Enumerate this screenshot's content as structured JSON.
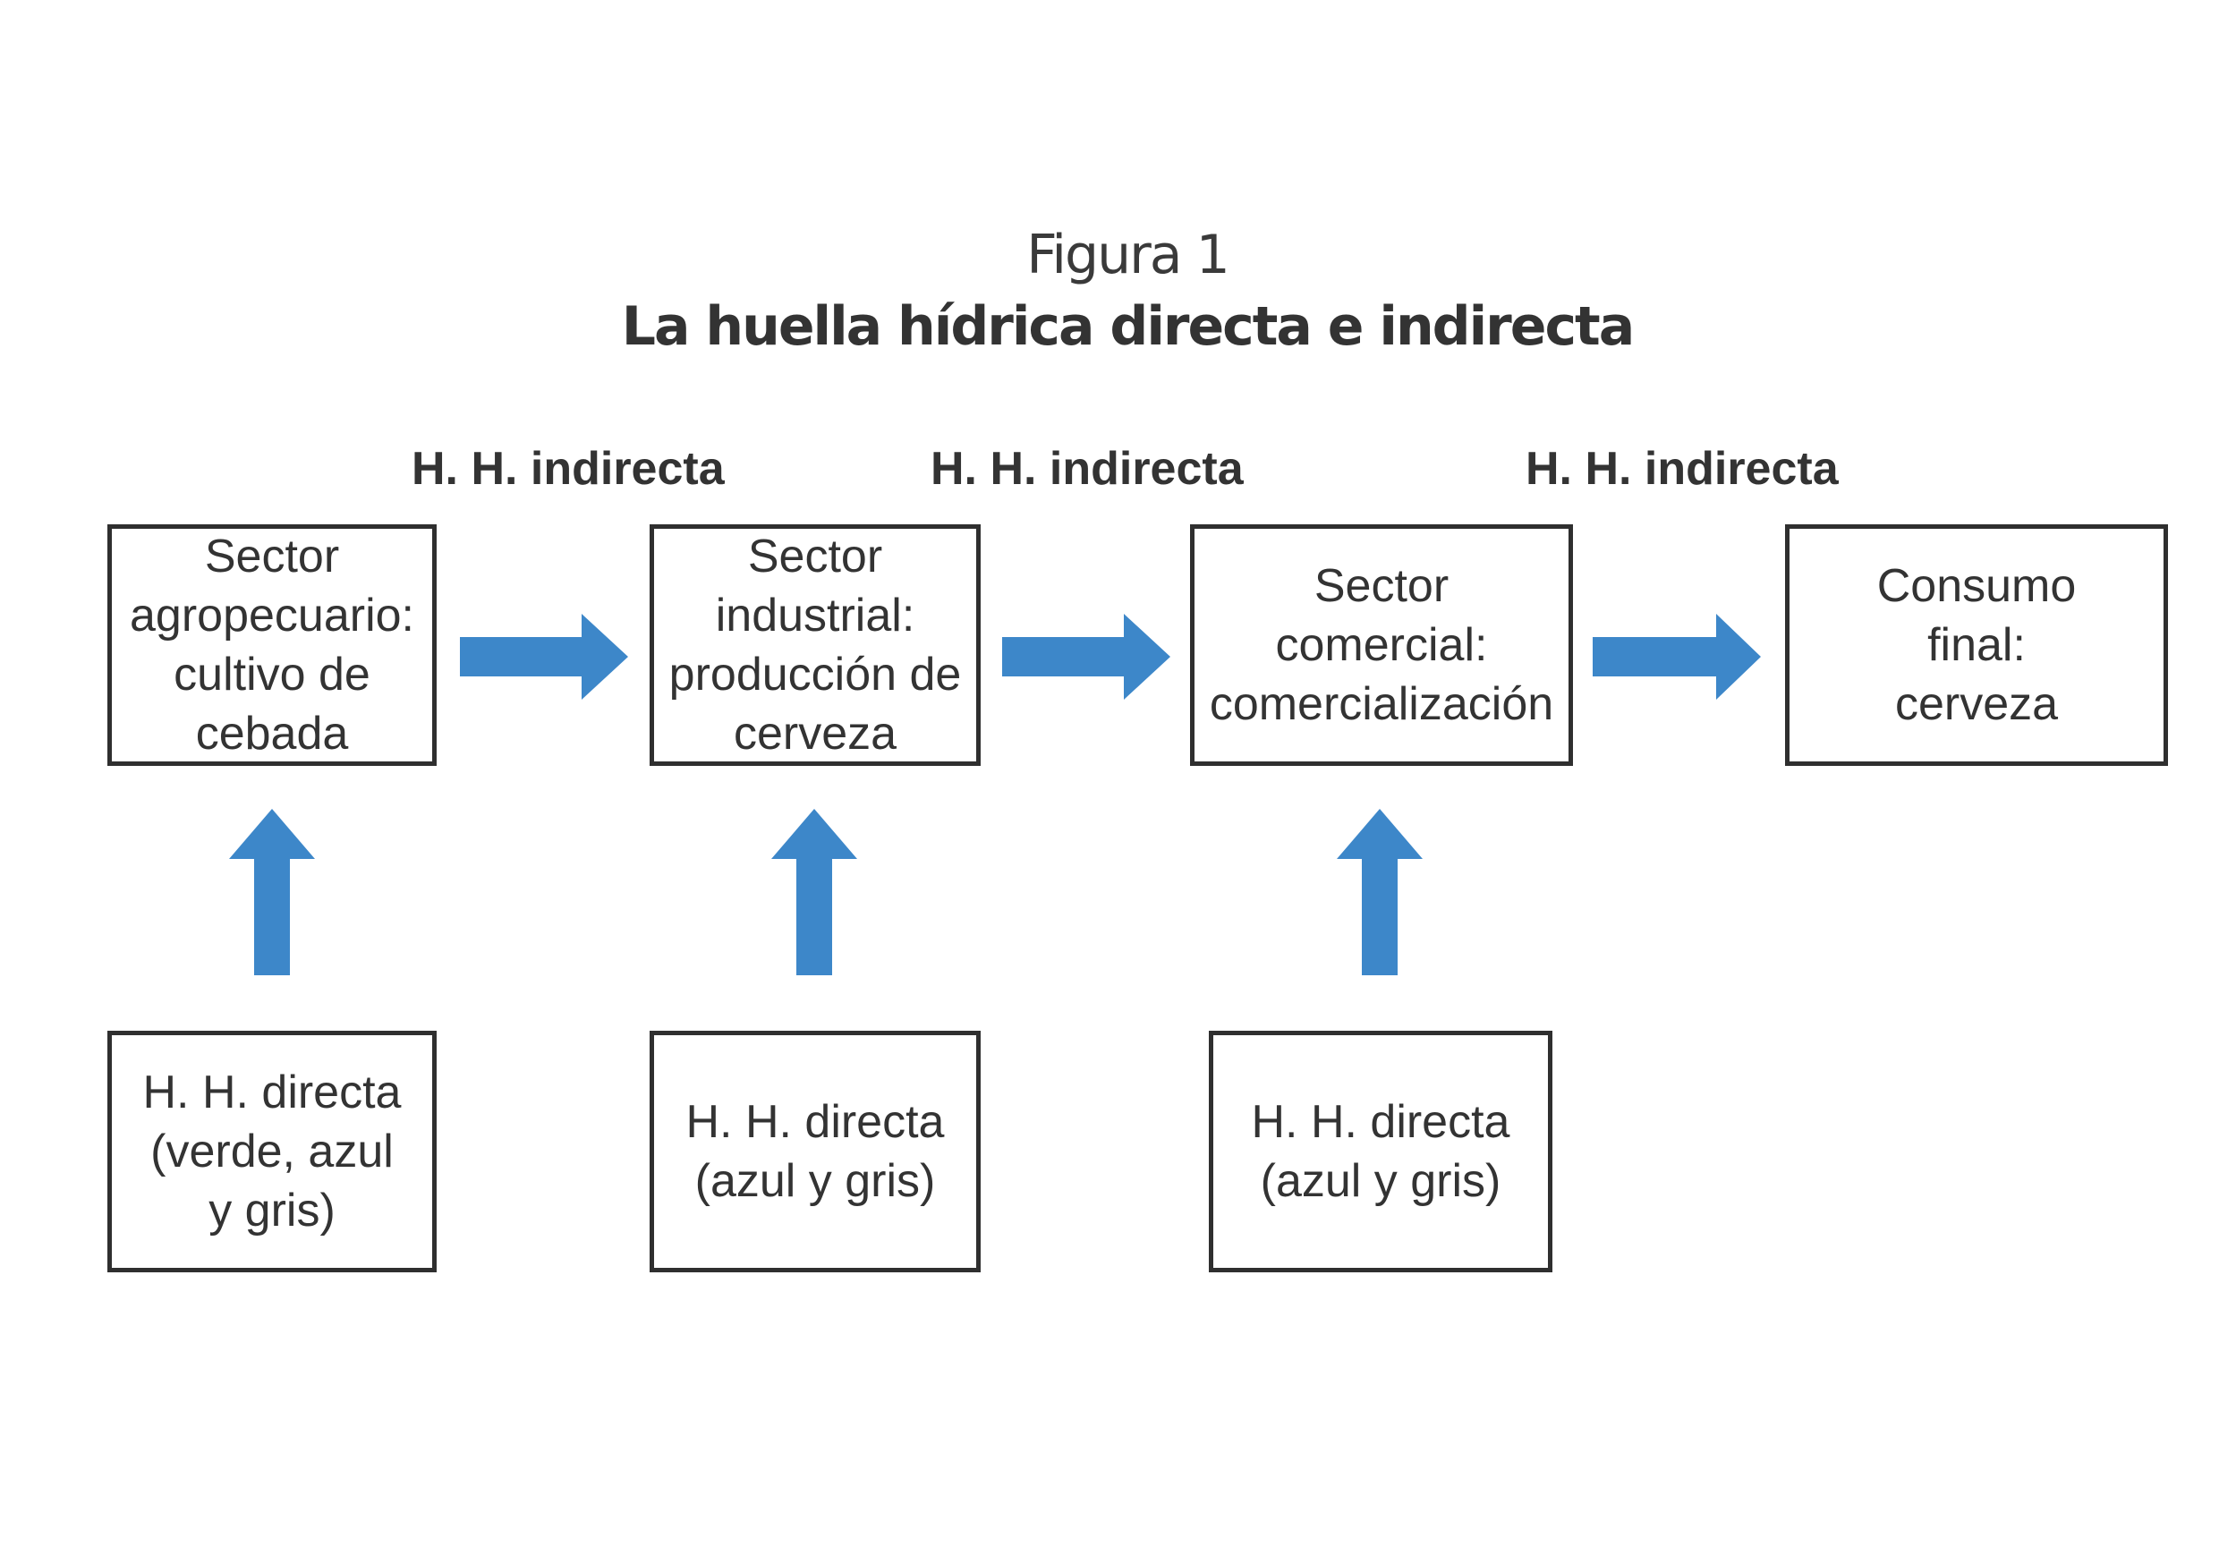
{
  "figure": {
    "label": "Figura 1",
    "title": "La huella hídrica directa e indirecta"
  },
  "flow_labels": [
    "H. H. indirecta",
    "H. H. indirecta",
    "H. H. indirecta"
  ],
  "stages": [
    {
      "text": "Sector\nagropecuario:\ncultivo de\ncebada"
    },
    {
      "text": "Sector\nindustrial:\nproducción de\ncerveza"
    },
    {
      "text": "Sector\ncomercial:\ncomercialización"
    },
    {
      "text": "Consumo\nfinal:\ncerveza"
    }
  ],
  "direct_inputs": [
    {
      "text": "H. H. directa\n(verde, azul\ny gris)"
    },
    {
      "text": "H. H. directa\n(azul y gris)"
    },
    {
      "text": "H. H. directa\n(azul y gris)"
    }
  ],
  "colors": {
    "arrow": "#3d87c9",
    "border": "#2f2f2f",
    "text": "#333333"
  }
}
